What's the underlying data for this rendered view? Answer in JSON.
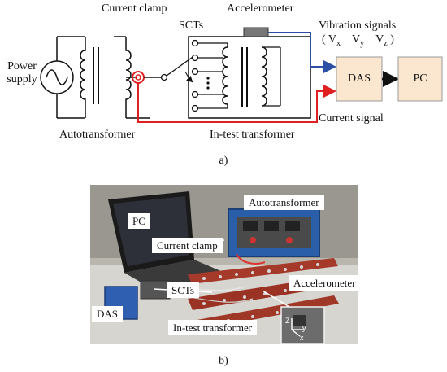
{
  "diagram": {
    "labels": {
      "current_clamp": "Current clamp",
      "sct": "SCTs",
      "accelerometer": "Accelerometer",
      "vibration_signals": "Vibration signals",
      "power_supply_line1": "Power",
      "power_supply_line2": "supply",
      "autotransformer": "Autotransformer",
      "in_test_transformer": "In-test transformer",
      "current_signal": "Current signal",
      "das": "DAS",
      "pc": "PC",
      "caption": "a)"
    },
    "vibration_components": {
      "open": "(",
      "vx": "V",
      "vx_sub": "x",
      "vy": "V",
      "vy_sub": "y",
      "vz": "V",
      "vz_sub": "z",
      "close": ")"
    },
    "colors": {
      "vibration_line": "#2b4fa5",
      "current_line": "#e02020",
      "box_fill": "#fbe6d0",
      "wire": "#111111"
    }
  },
  "photo": {
    "labels": {
      "pc": "PC",
      "autotransformer": "Autotransformer",
      "current_clamp": "Current clamp",
      "sct": "SCTs",
      "accelerometer": "Accelerometer",
      "das": "DAS",
      "in_test_transformer": "In-test transformer",
      "axis_z": "Z",
      "axis_y": "y",
      "axis_x": "x"
    },
    "caption": "b)"
  }
}
